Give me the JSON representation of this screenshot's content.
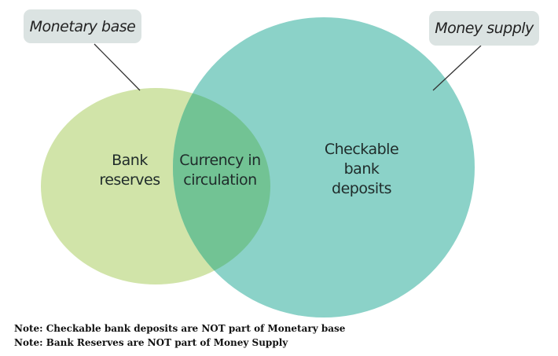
{
  "callouts": {
    "left": "Monetary base",
    "right": "Money supply"
  },
  "regions": {
    "left_only": [
      "Bank",
      "reserves"
    ],
    "overlap": [
      "Currency in",
      "circulation"
    ],
    "right_only": [
      "Checkable",
      "bank",
      "deposits"
    ]
  },
  "notes": [
    "Note: Checkable bank deposits are NOT part of Monetary base",
    "Note: Bank Reserves are NOT part of Money Supply"
  ],
  "colors": {
    "left": "#d1e4a9",
    "right": "#8bd2c8",
    "overlap": "#72c394"
  }
}
